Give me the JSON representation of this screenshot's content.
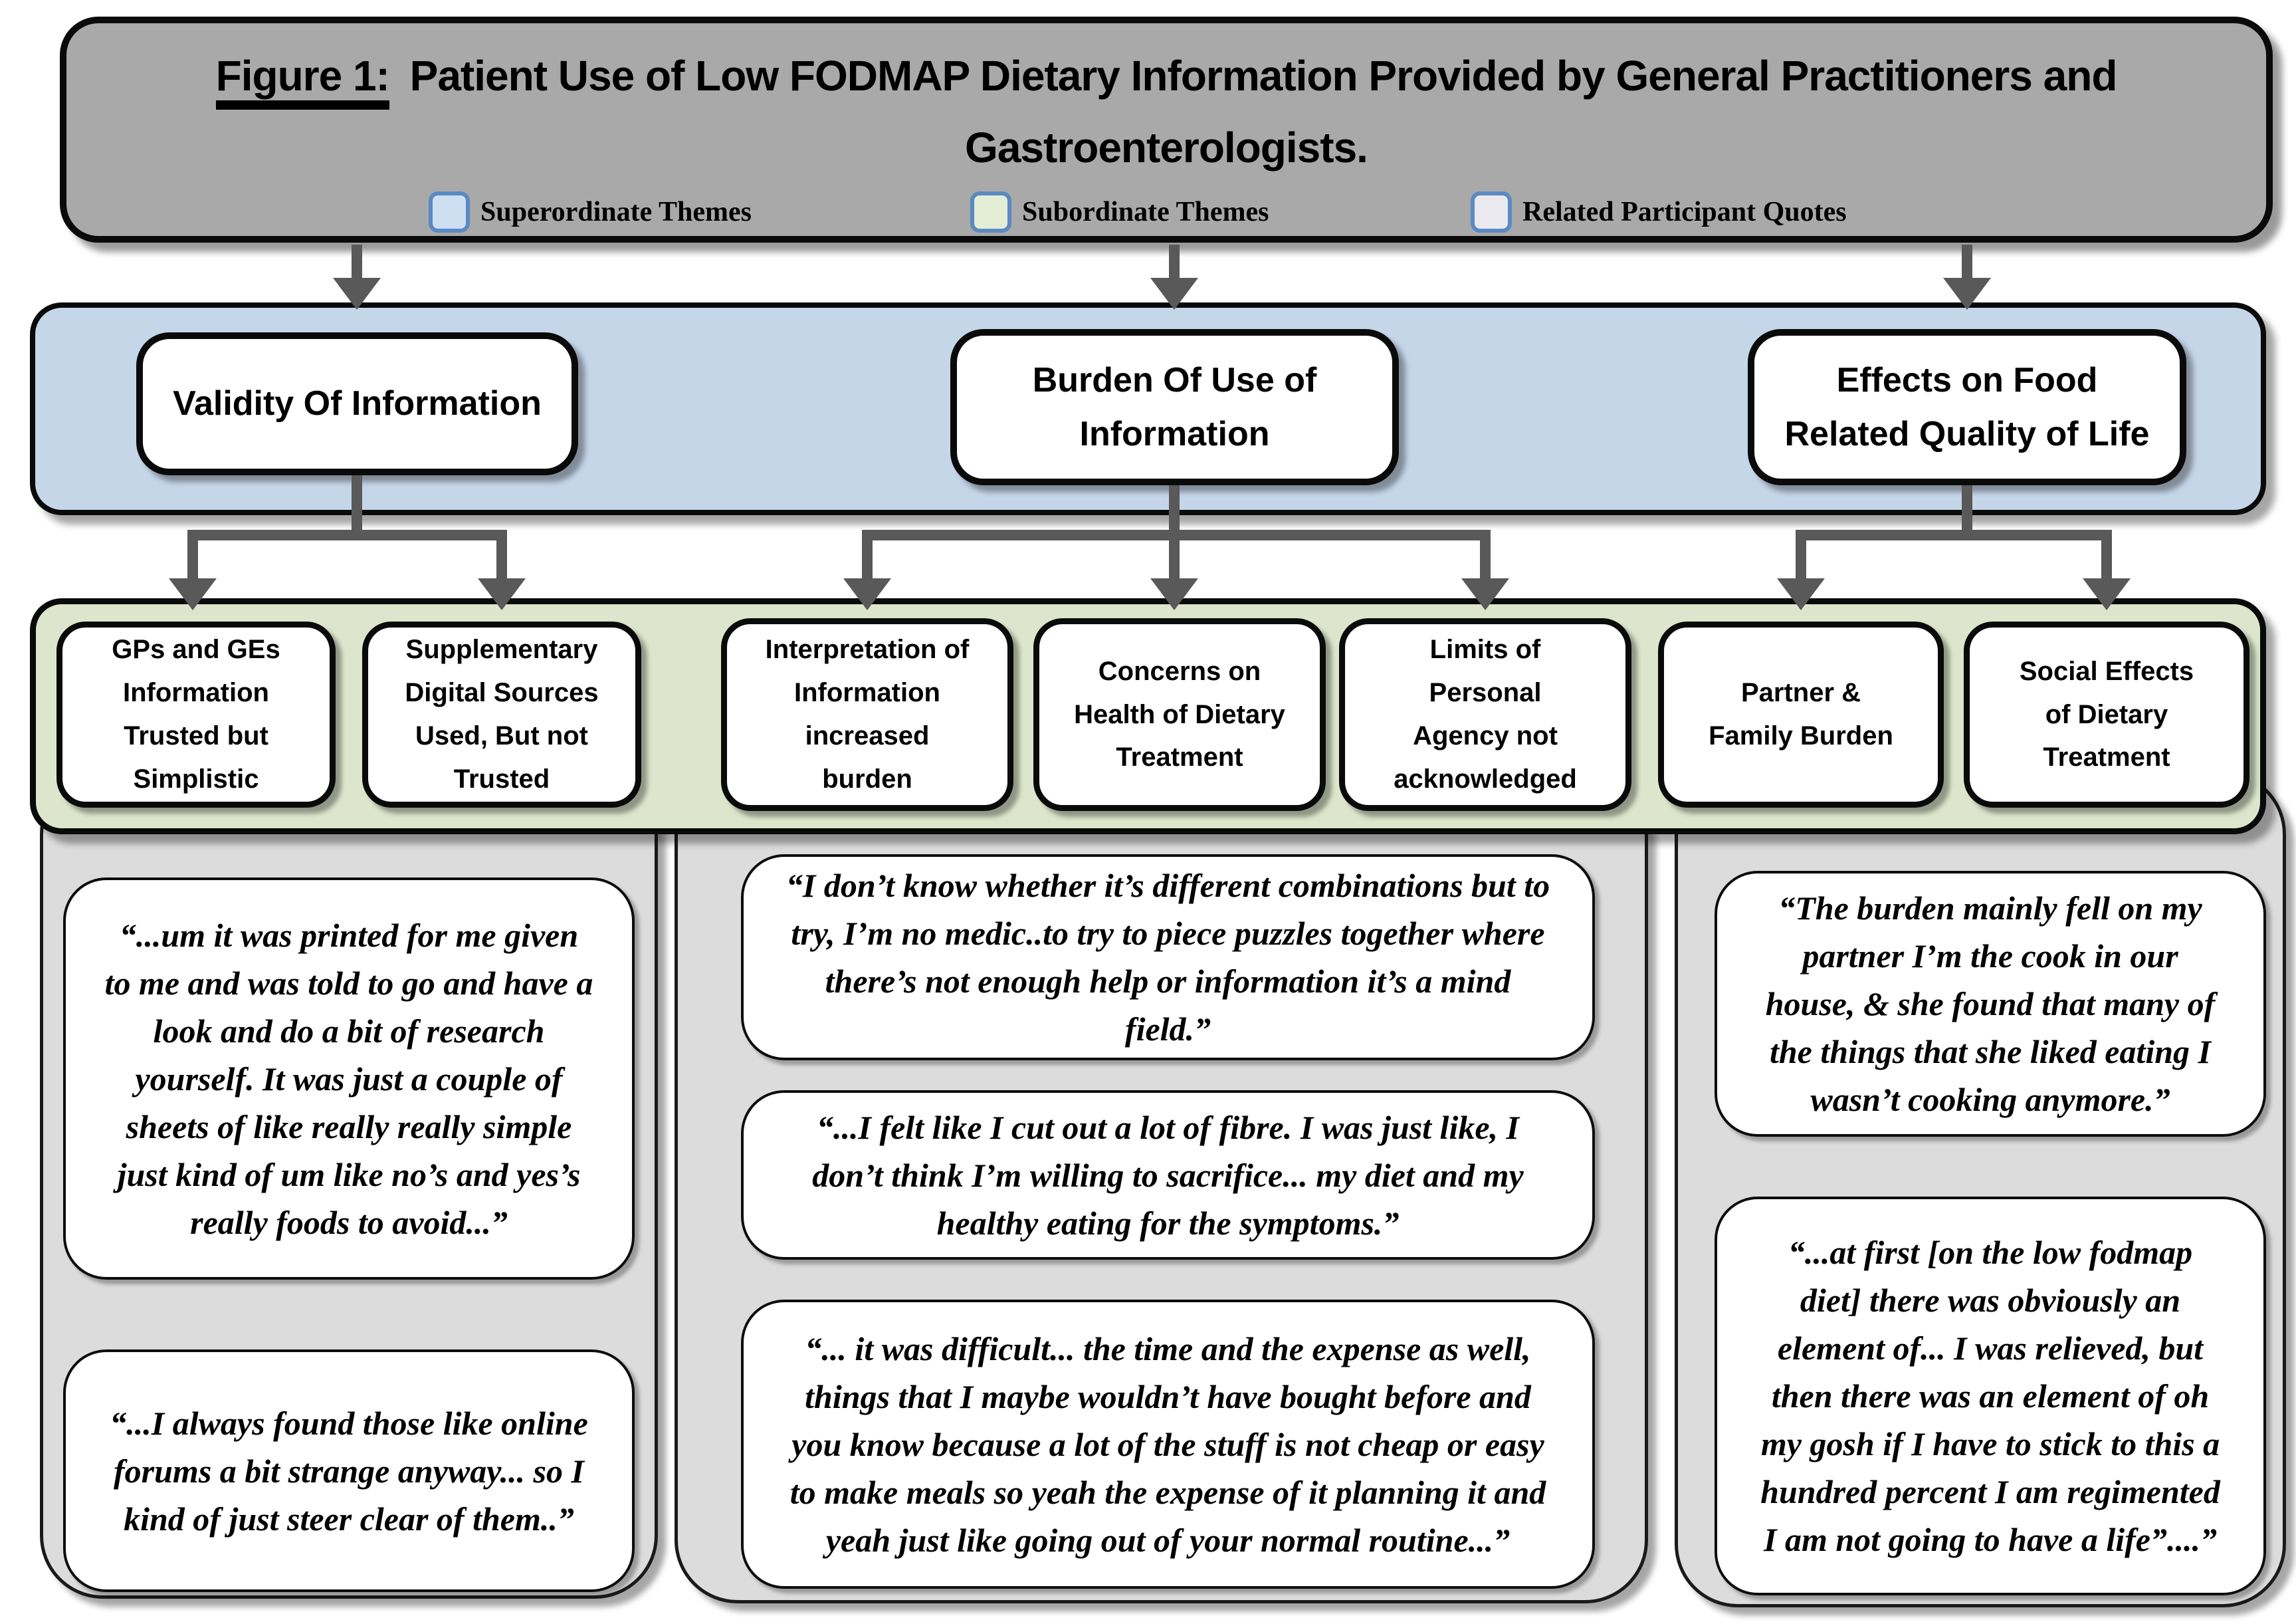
{
  "figure": {
    "title_prefix": "Figure 1:",
    "title_rest": " Patient Use of Low FODMAP Dietary Information Provided by General Practitioners and",
    "title_line2": "Gastroenterologists."
  },
  "legend": {
    "items": [
      {
        "label": "Superordinate Themes",
        "swatch_color": "#cfdff2"
      },
      {
        "label": "Subordinate Themes",
        "swatch_color": "#e4eed6"
      },
      {
        "label": "Related Participant Quotes",
        "swatch_color": "#e9e9ef"
      }
    ],
    "swatch_border_color": "#5b8ac2"
  },
  "superordinate_themes": [
    {
      "label": "Validity Of Information"
    },
    {
      "label": "Burden Of Use of Information"
    },
    {
      "label": "Effects on Food Related Quality of Life"
    }
  ],
  "subordinate_themes": [
    {
      "label": "GPs and GEs Information Trusted but Simplistic"
    },
    {
      "label": "Supplementary Digital Sources Used, But not Trusted"
    },
    {
      "label": "Interpretation of Information increased burden"
    },
    {
      "label": "Concerns on Health of Dietary Treatment"
    },
    {
      "label": "Limits of Personal Agency not acknowledged"
    },
    {
      "label": "Partner & Family Burden"
    },
    {
      "label": "Social Effects of Dietary Treatment"
    }
  ],
  "quotes": {
    "left": [
      {
        "text": "“...um it was printed for me given to me and was told to go and have a look and do a bit of research yourself. It was just a couple of sheets of like really really simple just kind of um like no’s and yes’s really foods to avoid...”"
      },
      {
        "text": "“...I always found those like online forums a bit strange anyway... so I kind of just steer clear of them..”"
      }
    ],
    "middle": [
      {
        "text": "“I don’t know whether it’s different combinations but to try, I’m no medic..to try to piece puzzles together where there’s not enough help or information it’s a mind field.”"
      },
      {
        "text": "“...I felt like I cut out a lot of fibre. I was just like, I don’t think I’m willing to sacrifice... my diet and my healthy eating for the symptoms.”"
      },
      {
        "text": "“... it was difficult... the time and the expense as well, things that I maybe wouldn’t have bought before and you know because a lot of the stuff is not cheap or easy to make meals so yeah the expense of it planning it and yeah just like going out of your normal routine...”"
      }
    ],
    "right": [
      {
        "text": "“The burden mainly fell on my partner I’m the cook in our house, & she found that many of the things that she liked eating I wasn’t cooking anymore.”"
      },
      {
        "text": "“...at first [on the low fodmap diet] there was obviously an element of... I was relieved, but then there was an element of oh my gosh if I have to stick to this a hundred percent I am regimented I am not going to have a life”....”"
      }
    ]
  },
  "colors": {
    "title_bar": "#a9a9a9",
    "superordinate_band": "#c5d6e9",
    "subordinate_band": "#dde6cc",
    "quote_column": "#dcdcdc",
    "arrow": "#595959"
  }
}
